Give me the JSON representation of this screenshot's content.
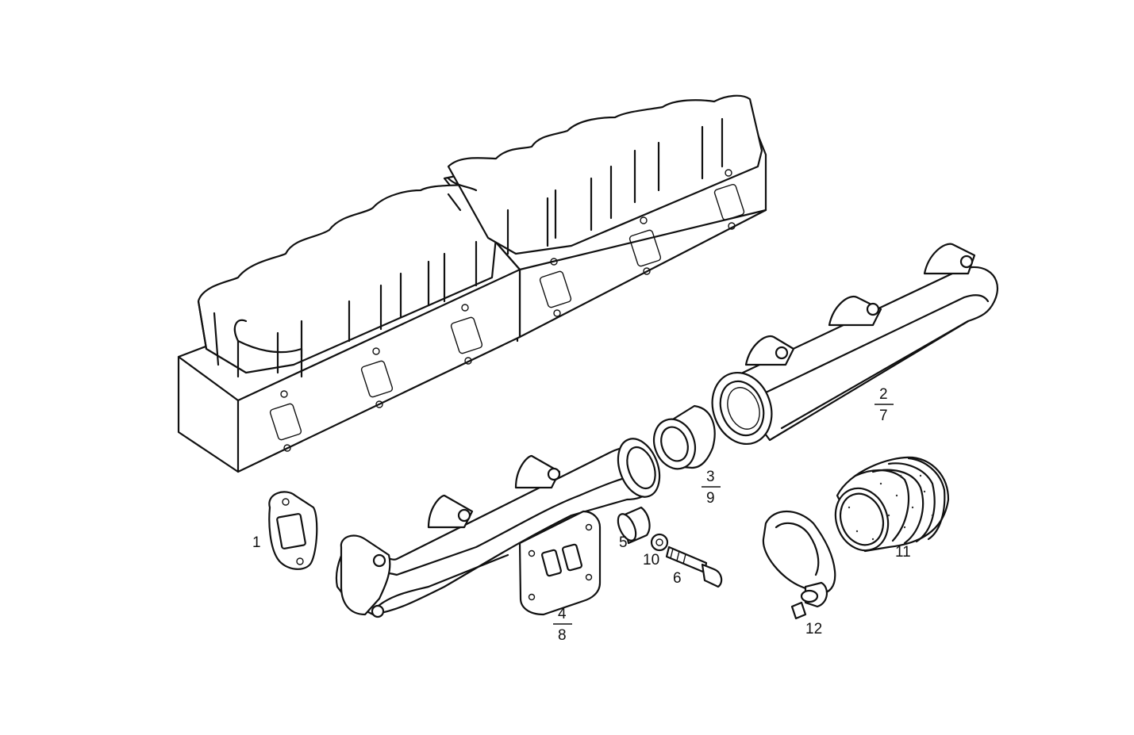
{
  "callouts": {
    "p1": "1",
    "p2": "2",
    "p7": "7",
    "p3": "3",
    "p9": "9",
    "p4": "4",
    "p8": "8",
    "p5": "5",
    "p10": "10",
    "p6": "6",
    "p11": "11",
    "p12": "12"
  }
}
